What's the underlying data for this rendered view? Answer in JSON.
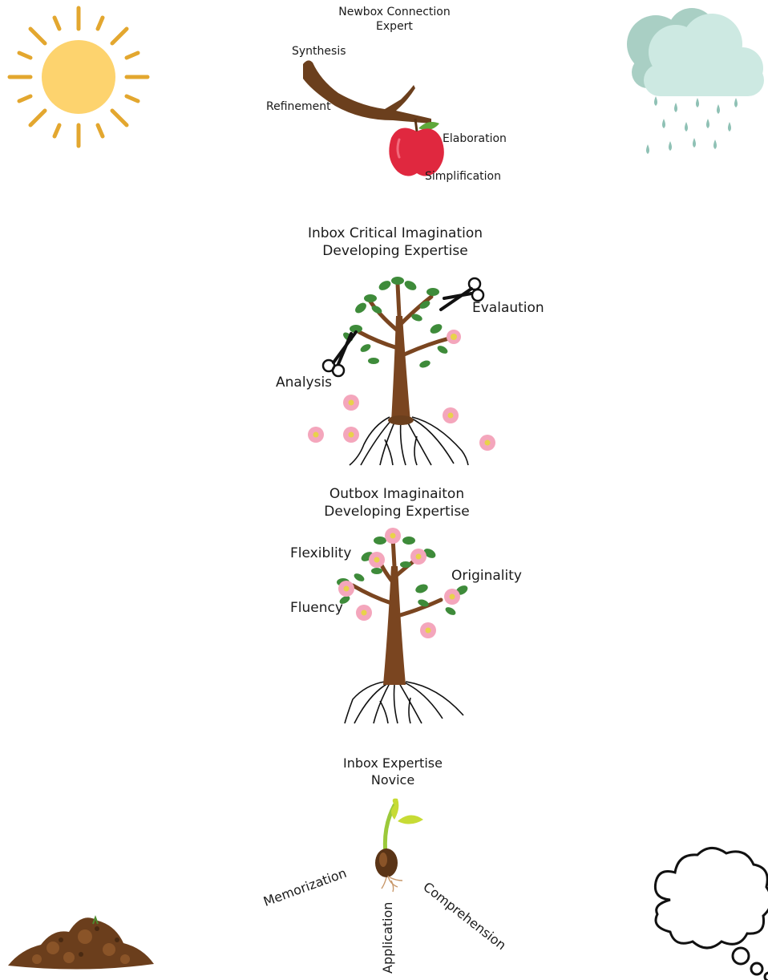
{
  "stages": {
    "expert": {
      "title_line1": "Newbox Connection",
      "title_line2": "Expert",
      "labels": {
        "synthesis": "Synthesis",
        "refinement": "Refinement",
        "elaboration": "Elaboration",
        "simplification": "Simplification"
      }
    },
    "critical": {
      "title_line1": "Inbox Critical Imagination",
      "title_line2": "Developing Expertise",
      "labels": {
        "evaluation": "Evalaution",
        "analysis": "Analysis"
      }
    },
    "outbox": {
      "title_line1": "Outbox Imaginaiton",
      "title_line2": "Developing Expertise",
      "labels": {
        "flexibility": "Flexiblity",
        "originality": "Originality",
        "fluency": "Fluency"
      }
    },
    "novice": {
      "title_line1": "Inbox Expertise",
      "title_line2": "Novice",
      "labels": {
        "memorization": "Memorization",
        "application": "Application",
        "comprehension": "Comprehension"
      }
    }
  },
  "icons": [
    "sun-icon",
    "rain-cloud-icon",
    "branch-with-apple-icon",
    "pruned-tree-icon",
    "flowering-tree-icon",
    "sprouting-seed-icon",
    "soil-pile-icon",
    "thought-bubble-icon"
  ],
  "colors": {
    "sun": "#FDD36E",
    "sun_rays": "#E3A72F",
    "cloud": "#CDE9E2",
    "cloud_back": "#A9CFC4",
    "rain": "#8FC1B5",
    "bark": "#6B3F1D",
    "leaf": "#3E8B3A",
    "apple": "#E0283F",
    "blossom": "#F4A6BC",
    "soil": "#6B3E1C"
  }
}
